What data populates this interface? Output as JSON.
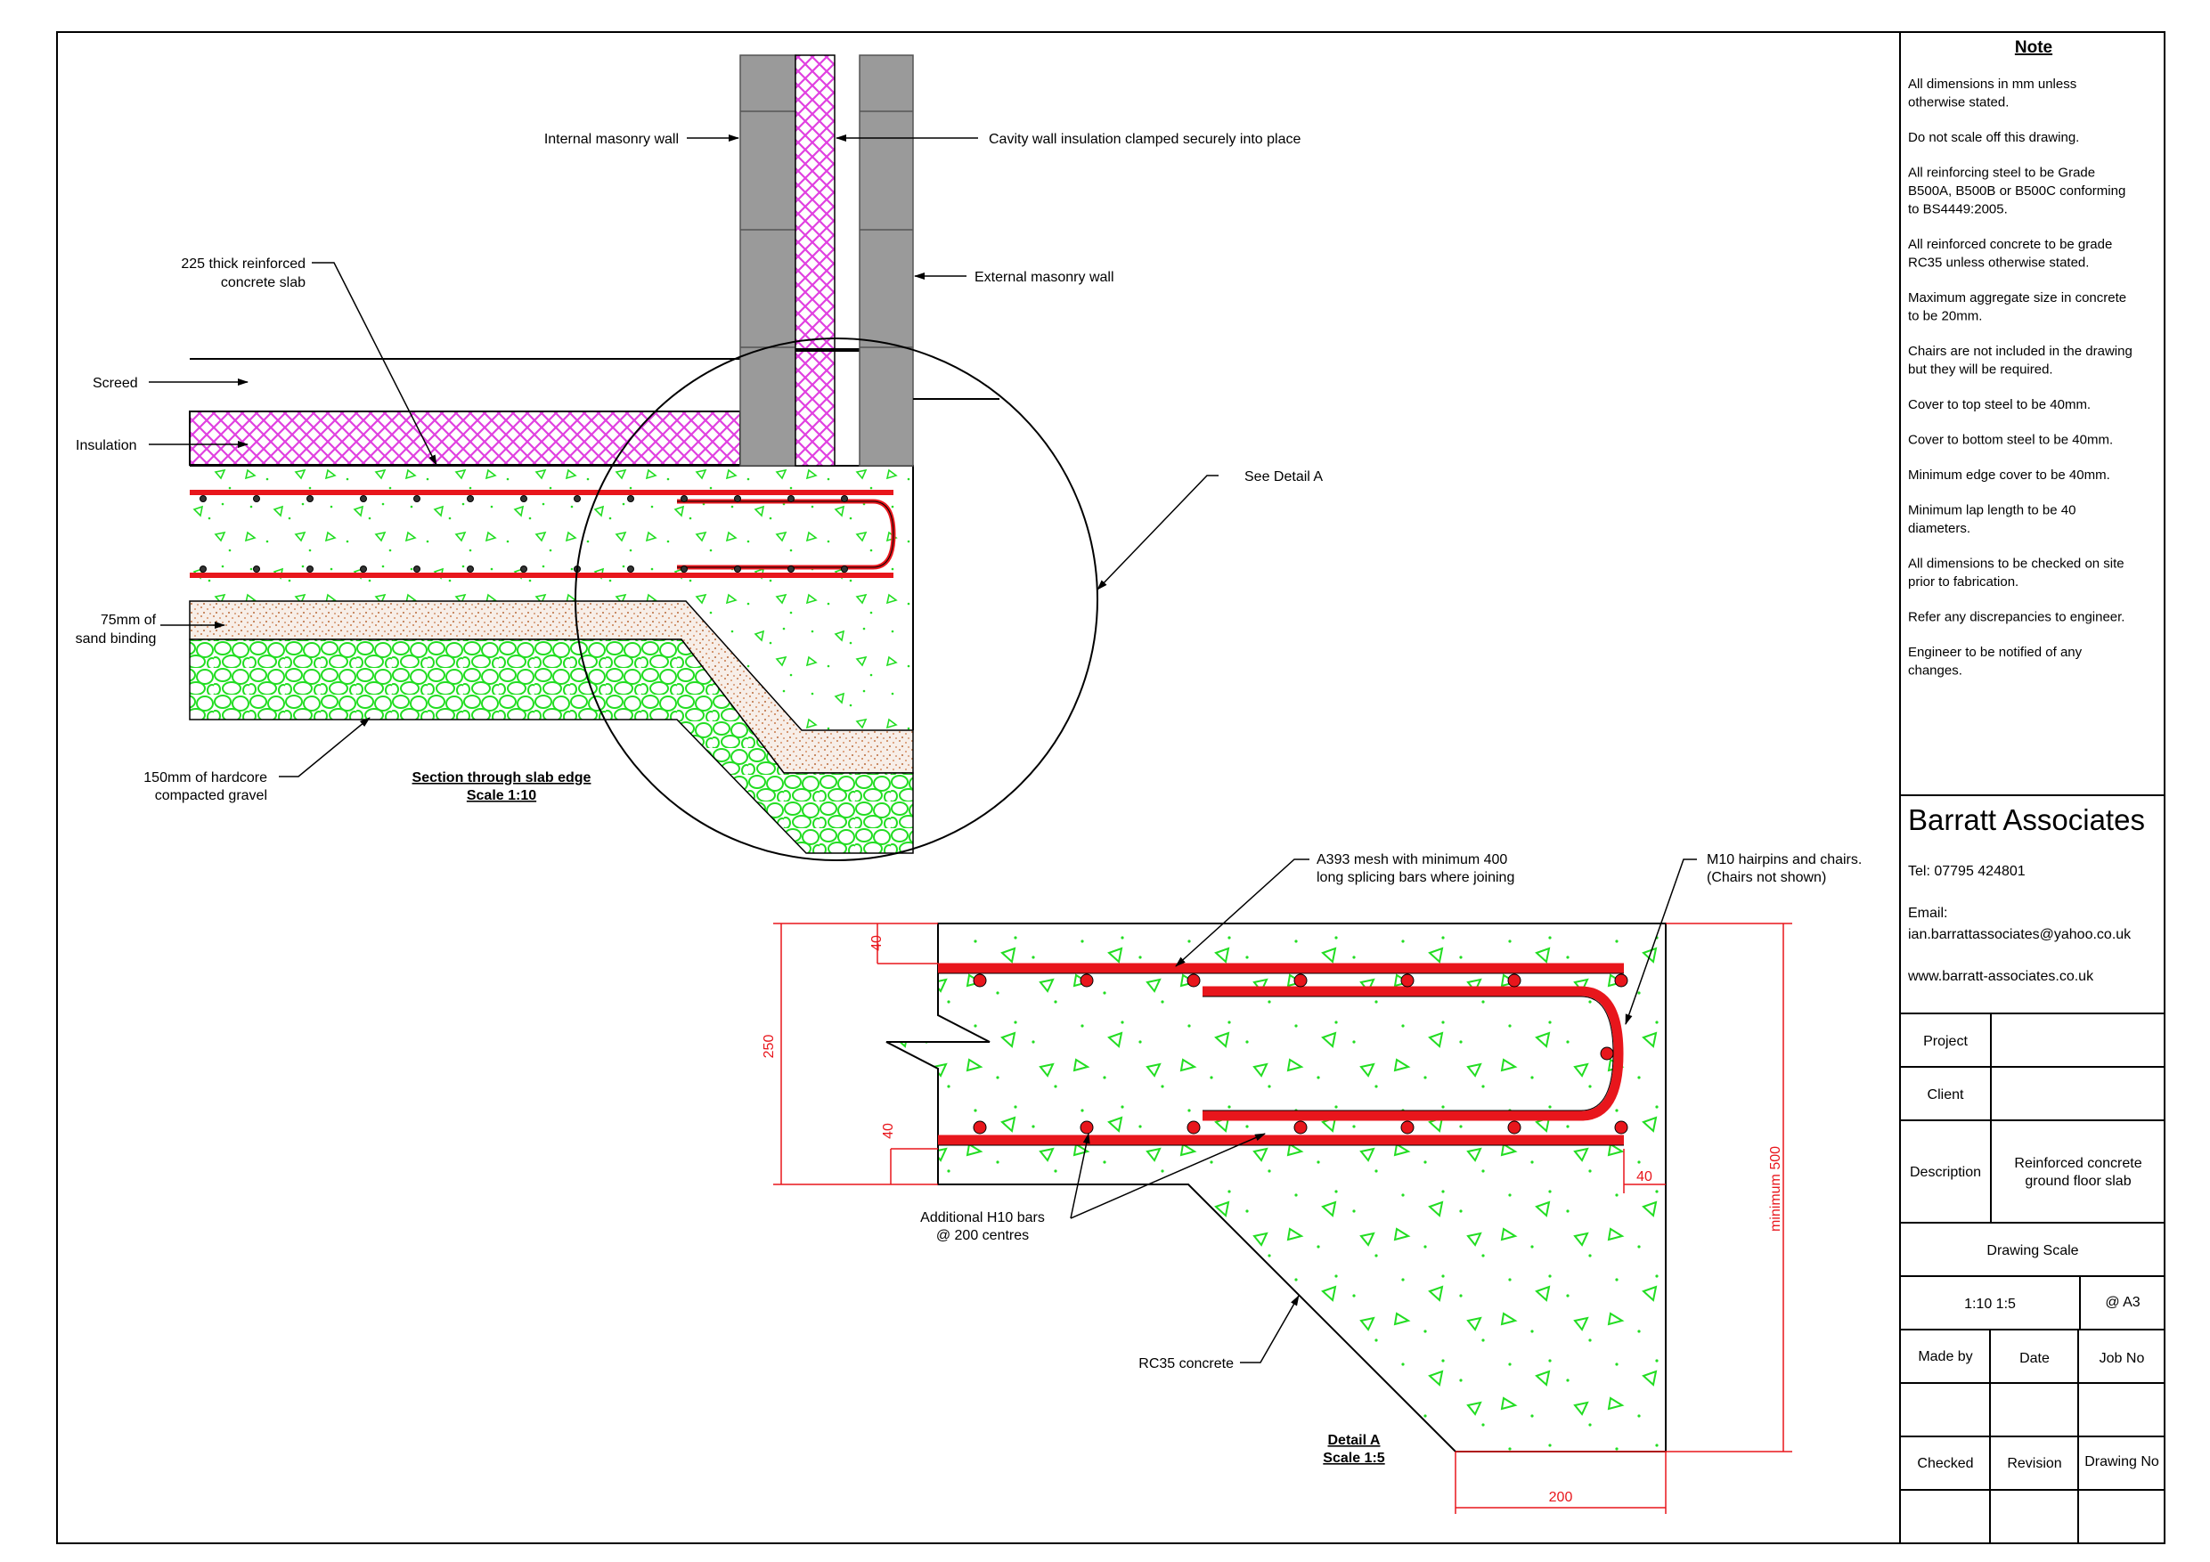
{
  "labels": {
    "internal_wall": "Internal masonry wall",
    "cavity_insulation": "Cavity wall insulation clamped securely into place",
    "external_wall": "External masonry wall",
    "slab_line1": "225 thick reinforced",
    "slab_line2": "concrete slab",
    "screed": "Screed",
    "insulation": "Insulation",
    "sand_line1": "75mm of",
    "sand_line2": "sand binding",
    "hardcore_line1": "150mm of hardcore",
    "hardcore_line2": "compacted gravel",
    "see_detail": "See Detail A",
    "section_title": "Section through slab edge",
    "section_scale": "Scale 1:10",
    "mesh_line1": "A393 mesh with minimum 400",
    "mesh_line2": "long splicing bars where joining",
    "hairpin_line1": "M10 hairpins and chairs.",
    "hairpin_line2": "(Chairs not shown)",
    "bars_line1": "Additional H10 bars",
    "bars_line2": "@ 200 centres",
    "concrete": "RC35 concrete",
    "detail_title": "Detail A",
    "detail_scale": "Scale 1:5"
  },
  "dimensions": {
    "top_cover": "40",
    "depth": "250",
    "bottom_cover": "40",
    "edge_cover": "40",
    "min_depth": "minimum 500",
    "width": "200"
  },
  "notes": {
    "heading": "Note",
    "items": [
      [
        "All dimensions in mm unless",
        "otherwise stated."
      ],
      [
        "Do not scale off this drawing."
      ],
      [
        "All reinforcing steel to be Grade",
        "B500A, B500B or B500C conforming",
        "to BS4449:2005."
      ],
      [
        "All reinforced concrete to be grade",
        "RC35 unless otherwise stated."
      ],
      [
        "Maximum aggregate size in concrete",
        "to be 20mm."
      ],
      [
        "Chairs are not included in the drawing",
        "but they will be required."
      ],
      [
        "Cover to top steel to be 40mm."
      ],
      [
        "Cover to bottom steel to be 40mm."
      ],
      [
        "Minimum edge cover to be 40mm."
      ],
      [
        "Minimum lap length to be 40",
        "diameters."
      ],
      [
        "All dimensions to be checked on site",
        "prior to fabrication."
      ],
      [
        "Refer any discrepancies to engineer."
      ],
      [
        "Engineer to be notified of any",
        "changes."
      ]
    ]
  },
  "title_block": {
    "firm": "Barratt Associates",
    "tel": "Tel: 07795 424801",
    "email_label": "Email:",
    "email": "ian.barrattassociates@yahoo.co.uk",
    "web": "www.barratt-associates.co.uk",
    "project": "Project",
    "client": "Client",
    "description": "Description",
    "description_line1": "Reinforced concrete",
    "description_line2": "ground floor slab",
    "drawing_scale": "Drawing Scale",
    "scale_values": "1:10   1:5",
    "paper": "@ A3",
    "made_by": "Made by",
    "date": "Date",
    "job_no": "Job No",
    "checked": "Checked",
    "revision": "Revision",
    "drawing_no": "Drawing No"
  },
  "colors": {
    "rebar": "#e8161c",
    "insulation": "#e040e0",
    "aggregate": "#22dd22",
    "sand": "#c87a4a",
    "masonry": "#9a9a9a"
  }
}
